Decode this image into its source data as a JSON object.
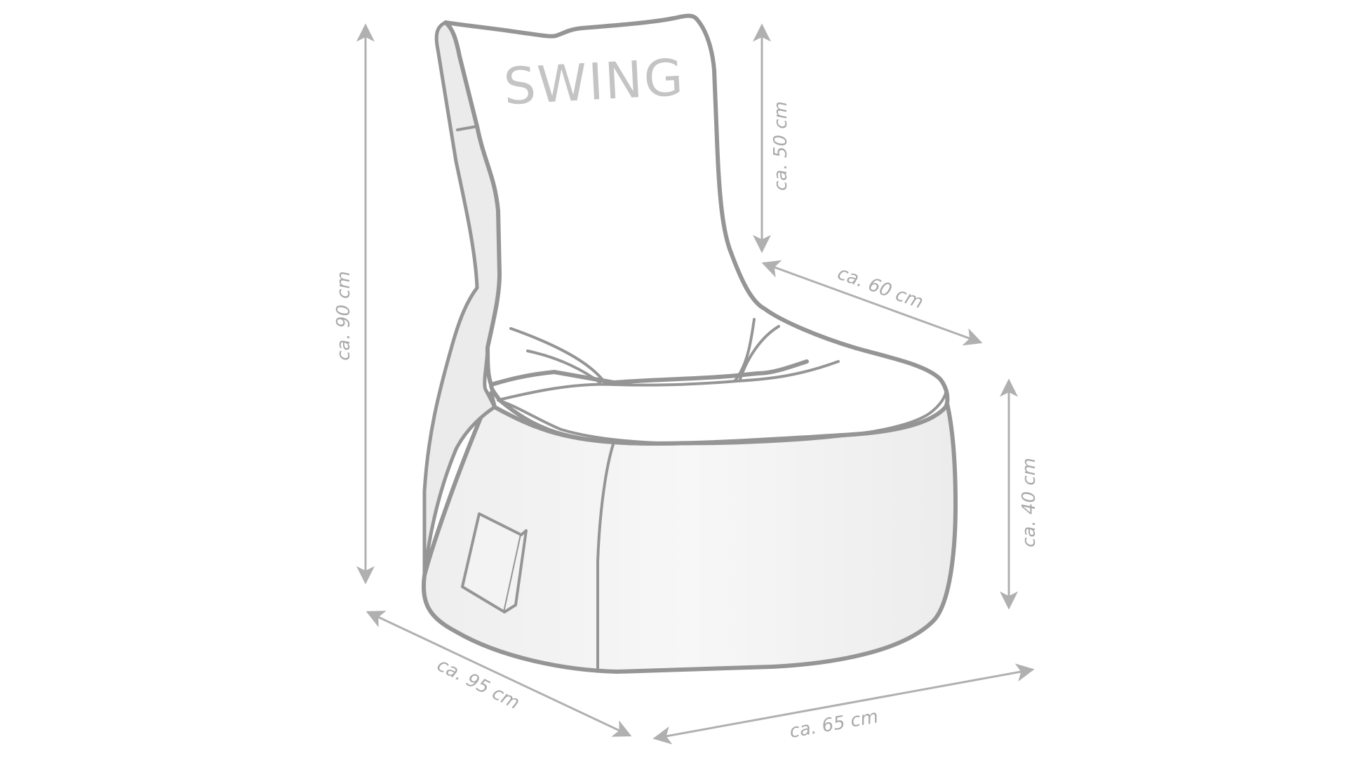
{
  "product": {
    "brand_text": "SWING"
  },
  "dimensions": {
    "total_height": "ca. 90 cm",
    "backrest_height": "ca. 50 cm",
    "seat_depth": "ca. 60 cm",
    "seat_height": "ca. 40 cm",
    "depth": "ca. 95 cm",
    "width": "ca. 65 cm"
  },
  "colors": {
    "outline": "#959595",
    "arrow": "#b0b0b0",
    "label": "#a9a9a9",
    "brand_text": "#c4c4c4",
    "side_fill": "#ebebeb",
    "base_fill": "#f3f3f3",
    "background": "#ffffff"
  }
}
